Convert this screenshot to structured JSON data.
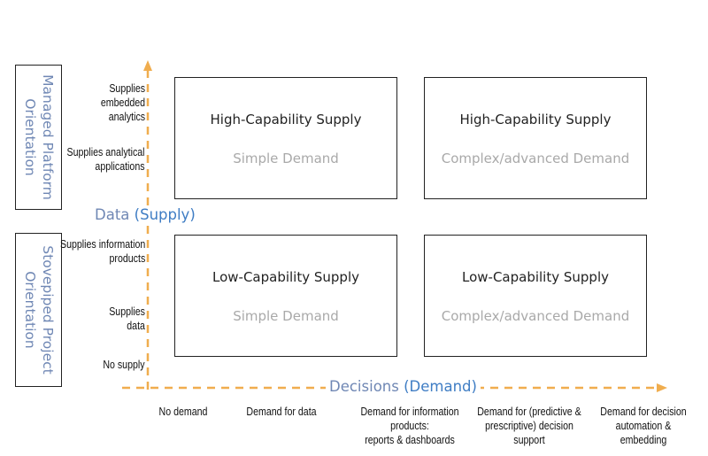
{
  "colors": {
    "side_text": "#6f87b4",
    "axis": "#f0ad4e",
    "paren": "#3f7dc4",
    "sub": "#a9a9a9"
  },
  "side": {
    "top": [
      "Managed Platform",
      "Orientation"
    ],
    "bottom": [
      "Stovepiped Project",
      "Orientation"
    ]
  },
  "axes": {
    "y_title": "Data",
    "y_paren": "(Supply)",
    "x_title": "Decisions",
    "x_paren": "(Demand)"
  },
  "y_labels": [
    [
      "Supplies",
      "embedded",
      "analytics"
    ],
    [
      "Supplies analytical",
      "applications"
    ],
    [
      "Supplies information",
      "products"
    ],
    [
      "Supplies",
      "data"
    ],
    [
      "No supply"
    ]
  ],
  "x_labels": [
    [
      "No demand"
    ],
    [
      "Demand for data"
    ],
    [
      "Demand for information",
      "products:",
      "reports & dashboards"
    ],
    [
      "Demand for (predictive &",
      "prescriptive) decision",
      "support"
    ],
    [
      "Demand for decision",
      "automation &",
      "embedding"
    ]
  ],
  "cells": [
    {
      "title": "High-Capability Supply",
      "sub": "Simple Demand"
    },
    {
      "title": "High-Capability Supply",
      "sub": "Complex/advanced Demand"
    },
    {
      "title": "Low-Capability Supply",
      "sub": "Simple Demand"
    },
    {
      "title": "Low-Capability Supply",
      "sub": "Complex/advanced Demand"
    }
  ]
}
